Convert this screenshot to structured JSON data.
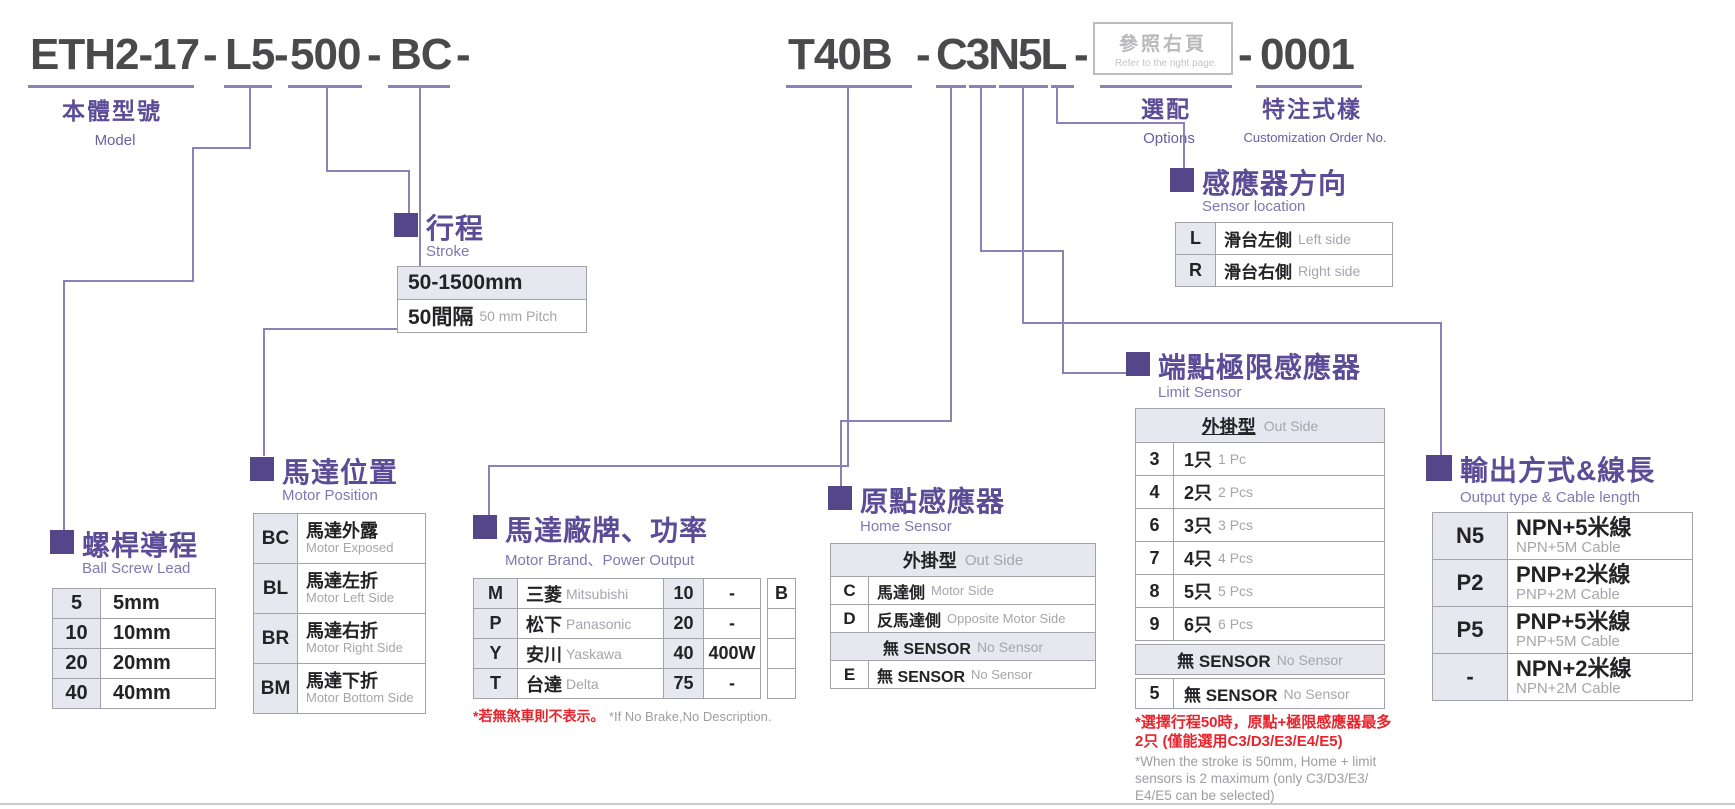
{
  "colors": {
    "accent_purple": "#5a4c96",
    "line_purple": "#8d82b8",
    "footnote_red": "#e8232b",
    "cell_shade": "#e7e7ef"
  },
  "code_line": {
    "segments": [
      "ETH2-17",
      "L5",
      "500",
      "BC",
      "T40B",
      "C3N5L"
    ],
    "dash": "-",
    "options_box": {
      "cjk": "參照右頁",
      "en": "Refer to the right page."
    },
    "suffix": "0001"
  },
  "top_labels": {
    "model": {
      "cjk": "本體型號",
      "en": "Model"
    },
    "options": {
      "cjk": "選配",
      "en": "Options"
    },
    "custom": {
      "cjk": "特注式樣",
      "en": "Customization Order No."
    }
  },
  "sections": {
    "ball_screw_lead": {
      "title": "螺桿導程",
      "en": "Ball Screw Lead",
      "rows": [
        [
          "5",
          "5mm"
        ],
        [
          "10",
          "10mm"
        ],
        [
          "20",
          "20mm"
        ],
        [
          "40",
          "40mm"
        ]
      ]
    },
    "motor_position": {
      "title": "馬達位置",
      "en": "Motor Position",
      "rows": [
        [
          "BC",
          "馬達外露",
          "Motor Exposed"
        ],
        [
          "BL",
          "馬達左折",
          "Motor Left Side"
        ],
        [
          "BR",
          "馬達右折",
          "Motor Right Side"
        ],
        [
          "BM",
          "馬達下折",
          "Motor Bottom Side"
        ]
      ]
    },
    "stroke": {
      "title": "行程",
      "en": "Stroke",
      "row1": "50-1500mm",
      "row2_cjk": "50間隔",
      "row2_en": "50 mm Pitch"
    },
    "motor_brand": {
      "title": "馬達廠牌、功率",
      "en": "Motor Brand、Power Output",
      "rows": [
        [
          "M",
          "三菱",
          "Mitsubishi",
          "10",
          "-"
        ],
        [
          "P",
          "松下",
          "Panasonic",
          "20",
          "-"
        ],
        [
          "Y",
          "安川",
          "Yaskawa",
          "40",
          "400W"
        ],
        [
          "T",
          "台達",
          "Delta",
          "75",
          "-"
        ]
      ],
      "brake_col": [
        [
          "B"
        ],
        [
          ""
        ],
        [
          ""
        ],
        [
          ""
        ]
      ],
      "footnote_red": "*若無煞車則不表示。",
      "footnote_gray": "*If No Brake,No Description."
    },
    "home_sensor": {
      "title": "原點感應器",
      "en": "Home Sensor",
      "header_cjk": "外掛型",
      "header_en": "Out Side",
      "rows": [
        [
          "C",
          "馬達側",
          "Motor Side"
        ],
        [
          "D",
          "反馬達側",
          "Opposite Motor Side"
        ]
      ],
      "band_cjk": "無 SENSOR",
      "band_en": "No Sensor",
      "last_row": [
        "E",
        "無 SENSOR",
        "No Sensor"
      ]
    },
    "limit_sensor": {
      "title": "端點極限感應器",
      "en": "Limit Sensor",
      "header_cjk": "外掛型",
      "header_en": "Out Side",
      "rows": [
        [
          "3",
          "1只",
          "1 Pc"
        ],
        [
          "4",
          "2只",
          "2 Pcs"
        ],
        [
          "6",
          "3只",
          "3 Pcs"
        ],
        [
          "7",
          "4只",
          "4 Pcs"
        ],
        [
          "8",
          "5只",
          "5 Pcs"
        ],
        [
          "9",
          "6只",
          "6 Pcs"
        ]
      ],
      "band_cjk": "無 SENSOR",
      "band_en": "No Sensor",
      "last_row": [
        "5",
        "無 SENSOR",
        "No Sensor"
      ],
      "footnote_red": "*選擇行程50時，原點+極限感應器最多2只 (僅能選用C3/D3/E3/E4/E5)",
      "footnote_gray": "*When the stroke is 50mm, Home + limit sensors is 2 maximum (only C3/D3/E3/ E4/E5 can be selected)"
    },
    "sensor_location": {
      "title": "感應器方向",
      "en": "Sensor location",
      "rows": [
        [
          "L",
          "滑台左側",
          "Left side"
        ],
        [
          "R",
          "滑台右側",
          "Right side"
        ]
      ]
    },
    "output_type": {
      "title": "輸出方式&線長",
      "en": "Output type & Cable length",
      "rows": [
        [
          "N5",
          "NPN+5米線",
          "NPN+5M Cable"
        ],
        [
          "P2",
          "PNP+2米線",
          "PNP+2M Cable"
        ],
        [
          "P5",
          "PNP+5米線",
          "PNP+5M Cable"
        ],
        [
          "-",
          "NPN+2米線",
          "NPN+2M Cable"
        ]
      ]
    }
  }
}
